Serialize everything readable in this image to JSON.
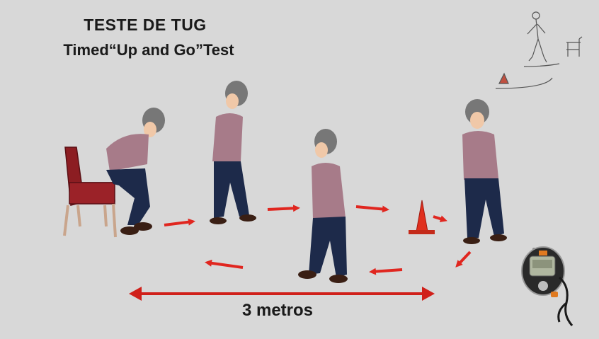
{
  "title": "TESTE DE TUG",
  "subtitle": "Timed“Up and Go”Test",
  "distance_label": "3 metros",
  "colors": {
    "background": "#d8d8d8",
    "arrow": "#e0261f",
    "shirt": "#a77b89",
    "pants": "#1d2a4a",
    "chair": "#8c1d22",
    "cone": "#e0301e"
  },
  "icons": [
    "chair-icon",
    "cone-icon",
    "stopwatch-icon",
    "walking-person-sketch-icon"
  ]
}
